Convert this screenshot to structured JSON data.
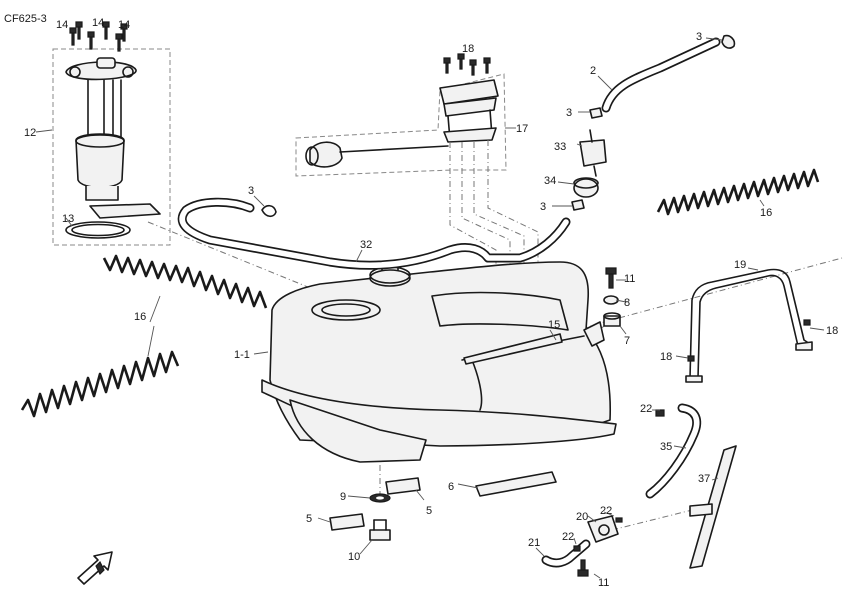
{
  "diagram_code": "CF625-3",
  "callouts": {
    "c14a": "14",
    "c14b": "14",
    "c14c": "14",
    "c18a": "18",
    "c18b": "18",
    "c18c": "18",
    "c3a": "3",
    "c3b": "3",
    "c3c": "3",
    "c3d": "3",
    "c2": "2",
    "c33": "33",
    "c34": "34",
    "c12": "12",
    "c13": "13",
    "c17": "17",
    "c16a": "16",
    "c16b": "16",
    "c32": "32",
    "c11a": "11",
    "c11b": "11",
    "c19": "19",
    "c8": "8",
    "c7": "7",
    "c15": "15",
    "c1_1": "1-1",
    "c22a": "22",
    "c22b": "22",
    "c22c": "22",
    "c35": "35",
    "c37": "37",
    "c9": "9",
    "c5a": "5",
    "c5b": "5",
    "c6": "6",
    "c10": "10",
    "c20": "20",
    "c21": "21"
  },
  "colors": {
    "line": "#1a1a1a",
    "fill": "#f2f2f2",
    "dash": "#777777"
  }
}
